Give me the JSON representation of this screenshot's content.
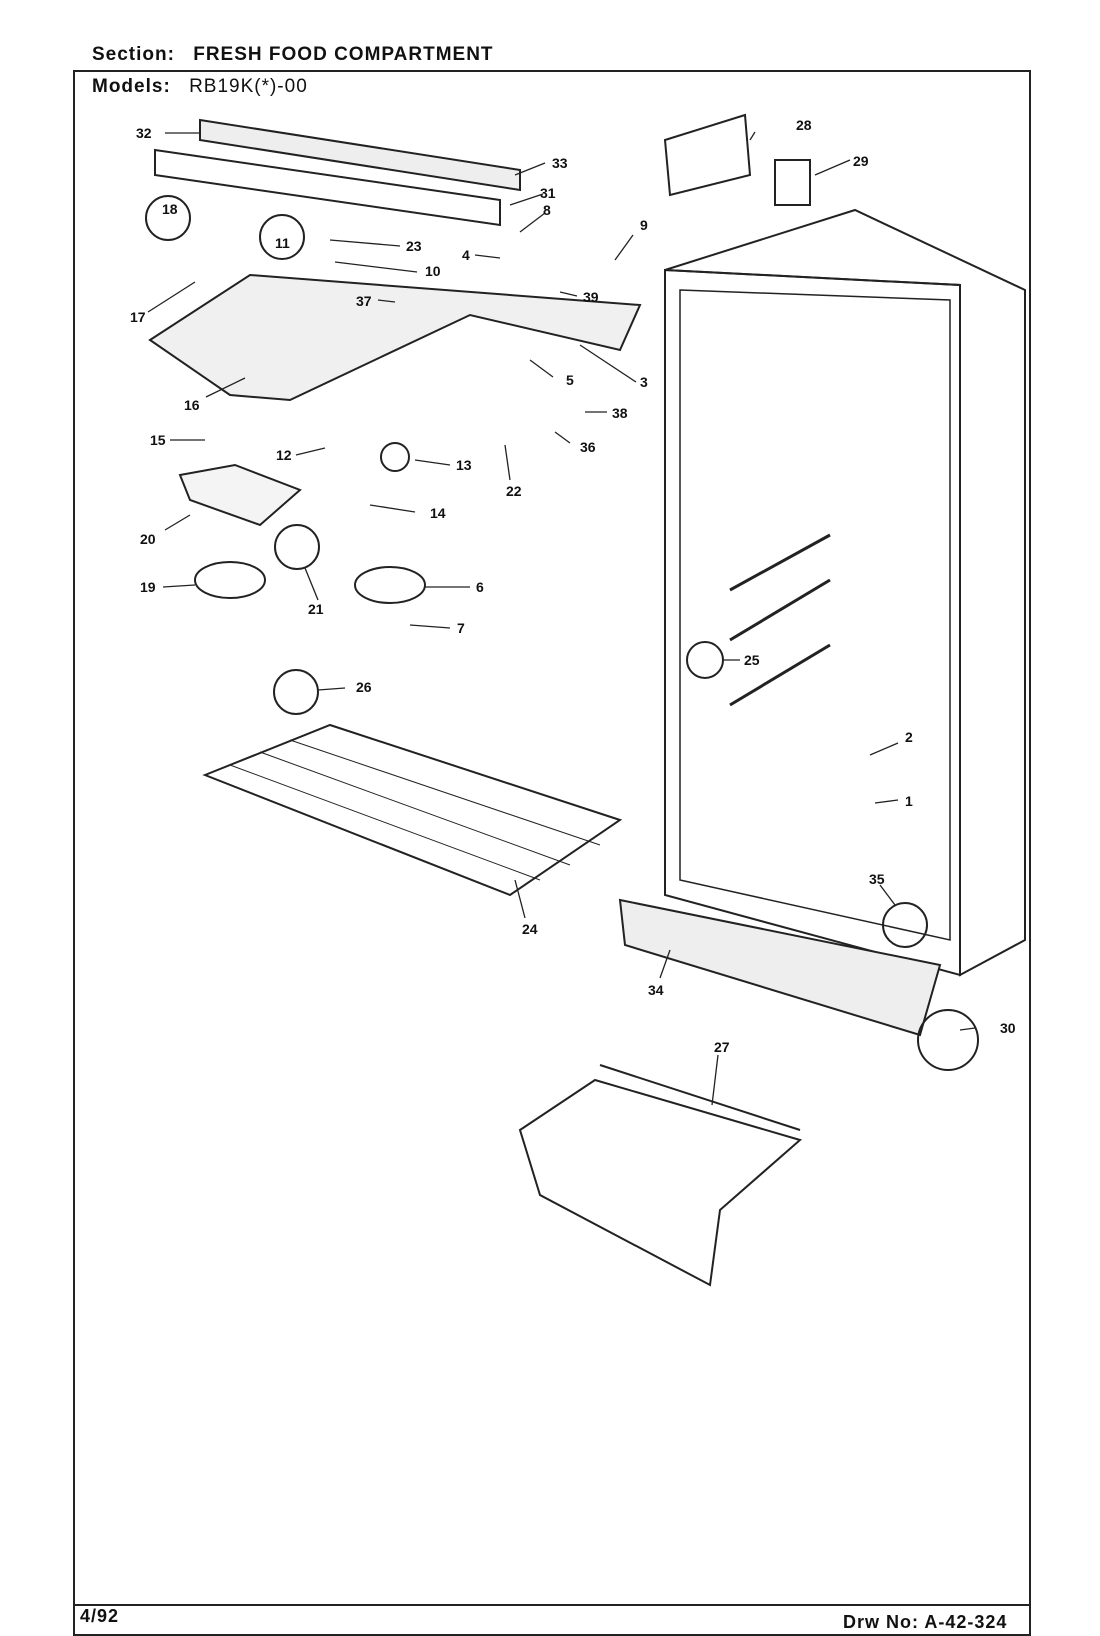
{
  "header": {
    "section_label": "Section:",
    "section_value": "FRESH FOOD COMPARTMENT",
    "models_label": "Models:",
    "models_value": "RB19K(*)-00"
  },
  "footer": {
    "date": "4/92",
    "drawing_number": "Drw No: A-42-324"
  },
  "callouts": [
    "1",
    "2",
    "3",
    "4",
    "5",
    "6",
    "7",
    "8",
    "9",
    "10",
    "11",
    "12",
    "13",
    "14",
    "15",
    "16",
    "17",
    "18",
    "19",
    "20",
    "21",
    "22",
    "23",
    "24",
    "25",
    "26",
    "27",
    "28",
    "29",
    "30",
    "31",
    "32",
    "33",
    "34",
    "35",
    "36",
    "37",
    "38",
    "39"
  ]
}
